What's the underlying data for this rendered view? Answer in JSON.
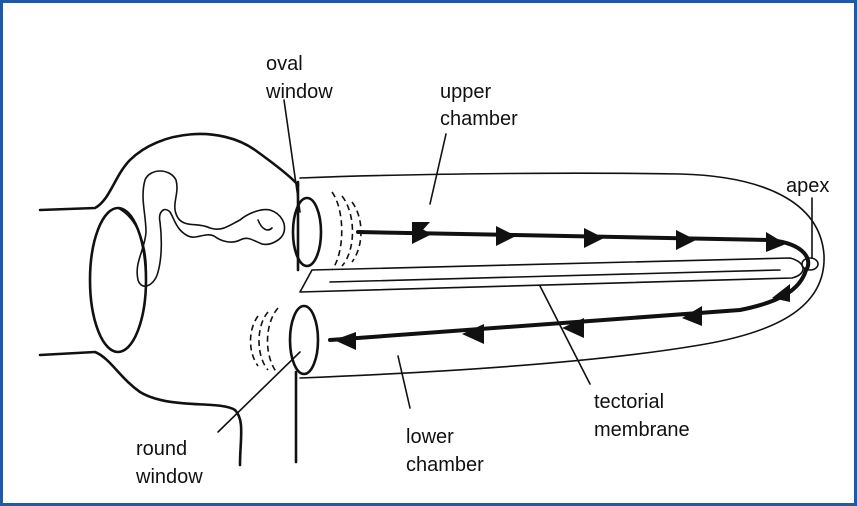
{
  "diagram": {
    "border_color": "#1f5aa6",
    "labels": {
      "oval_window": [
        "oval",
        "window"
      ],
      "upper_chamber": [
        "upper",
        "chamber"
      ],
      "apex": [
        "apex"
      ],
      "round_window": [
        "round",
        "window"
      ],
      "lower_chamber": [
        "lower",
        "chamber"
      ],
      "tectorial_membrane": [
        "tectorial",
        "membrane"
      ]
    }
  }
}
